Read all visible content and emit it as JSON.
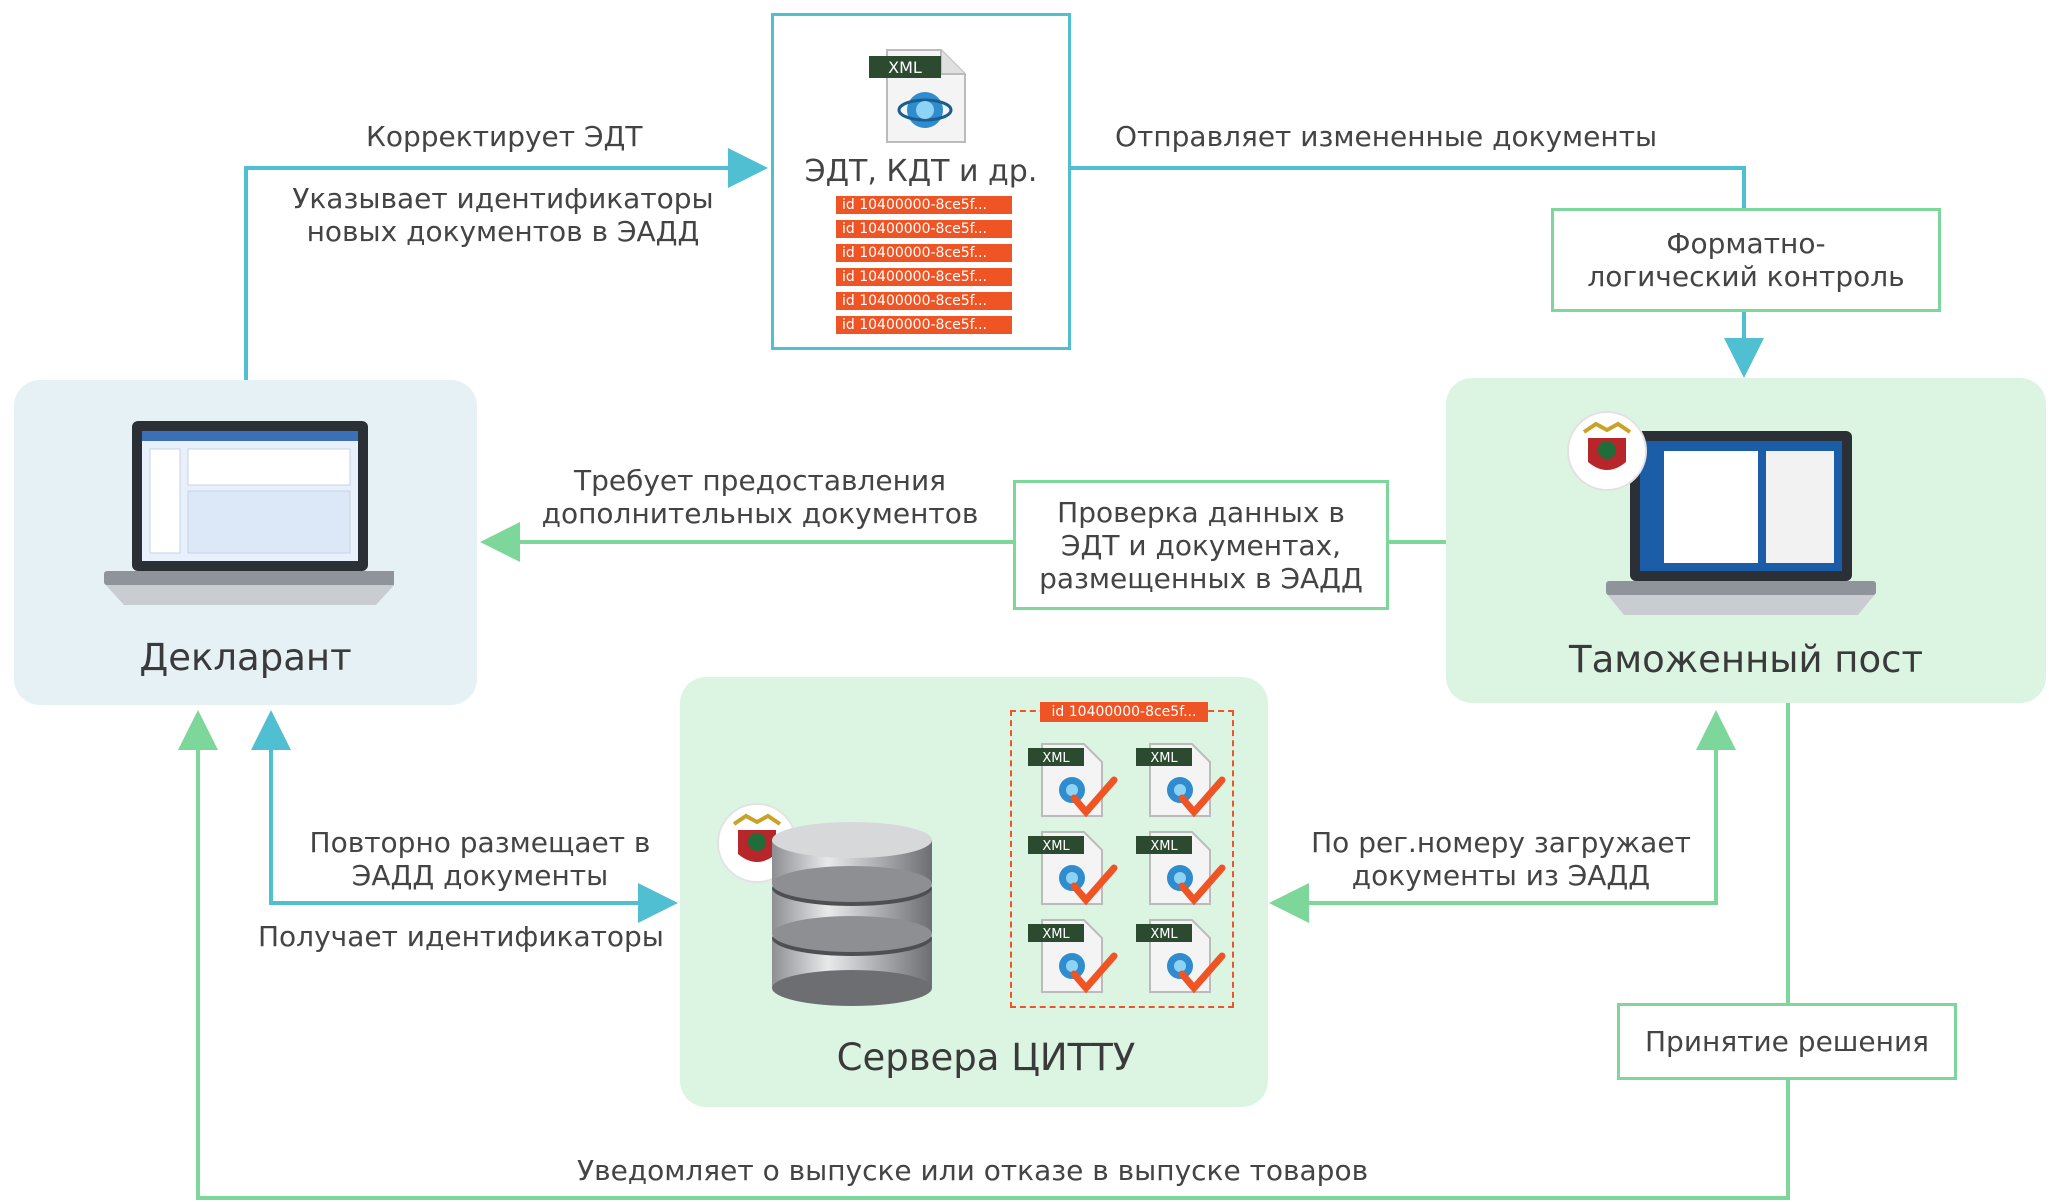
{
  "document": {
    "file_badge": "XML",
    "label": "ЭДТ, КДТ и др.",
    "ids": [
      "id 10400000-8ce5f...",
      "id 10400000-8ce5f...",
      "id 10400000-8ce5f...",
      "id 10400000-8ce5f...",
      "id 10400000-8ce5f...",
      "id 10400000-8ce5f..."
    ]
  },
  "nodes": {
    "declarant": "Декларант",
    "customs_post": "Таможенный пост",
    "servers": "Сервера ЦИТТУ"
  },
  "server_files": {
    "id_tag": "id 10400000-8ce5f...",
    "file_badge": "XML"
  },
  "boxes": {
    "format_control": "Форматно-логический контроль",
    "data_check": "Проверка данных в ЭДТ и документах, размещенных в ЭАДД",
    "decision": "Принятие решения"
  },
  "edges": {
    "corrects": "Корректирует ЭДТ",
    "indicates_ids": "Указывает идентификаторы новых документов в ЭАДД",
    "sends_changed": "Отправляет измененные документы",
    "requires_docs": "Требует предоставления дополнительных документов",
    "reposts": "Повторно размещает в ЭАДД документы",
    "gets_ids": "Получает идентификаторы",
    "loads_by_reg": "По рег.номеру загружает документы из ЭАДД",
    "notifies": "Уведомляет о выпуске или отказе в выпуске товаров"
  },
  "colors": {
    "blue_arrow": "#4fbfd1",
    "green_arrow": "#7dd79a",
    "declarant_bg": "#e6f1f6",
    "green_bg": "#dcf5e3",
    "orange": "#ef5424"
  },
  "icons": [
    "xml-file-icon",
    "laptop-icon",
    "customs-emblem-icon",
    "database-icon",
    "checkmark-icon"
  ]
}
